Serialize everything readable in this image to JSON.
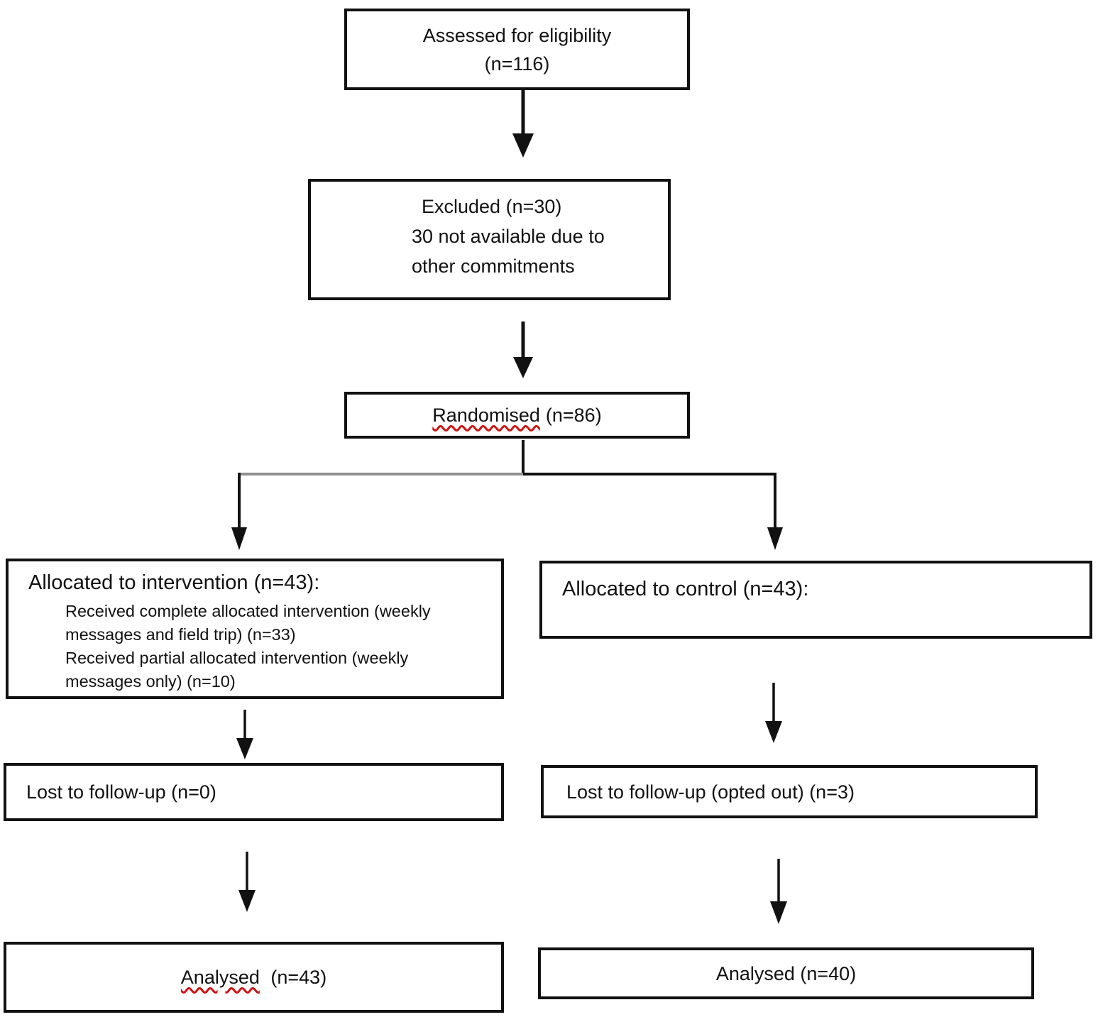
{
  "colors": {
    "line": "#111111",
    "box_border": "#111111",
    "spellcheck_red": "#cc1111",
    "connector_gray": "#8f8f8f",
    "background": "#ffffff"
  },
  "boxes": {
    "assessed": {
      "line1": "Assessed for eligibility",
      "line2": "(n=116)"
    },
    "excluded": {
      "line1": "Excluded (n=30)",
      "line2": "30 not available due to",
      "line3": "other commitments"
    },
    "randomised": {
      "underlined_word": "Randomised",
      "rest": "(n=86)"
    },
    "allocation_intervention": {
      "heading": "Allocated to intervention (n=43):",
      "details": [
        "Received complete allocated intervention (weekly",
        "messages and field trip) (n=33)",
        "Received partial allocated intervention (weekly",
        "messages only) (n=10)"
      ]
    },
    "allocation_control": {
      "heading": "Allocated to control (n=43):"
    },
    "lost_intervention": {
      "text": "Lost to follow-up (n=0)"
    },
    "lost_control": {
      "text": "Lost to follow-up (opted out) (n=3)"
    },
    "analysed_intervention": {
      "underlined_word": "Analysed",
      "rest": "(n=43)"
    },
    "analysed_control": {
      "text": "Analysed (n=40)"
    }
  }
}
